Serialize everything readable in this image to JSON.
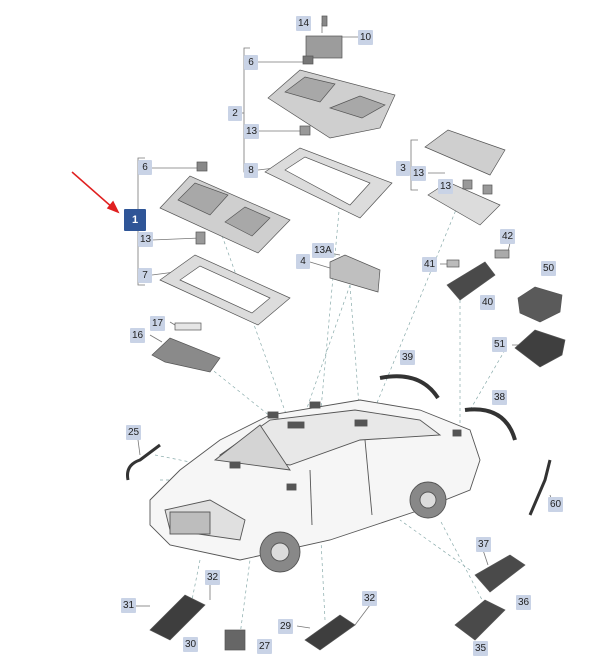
{
  "highlighted_label": "1",
  "accent_color": "#2f5597",
  "label_bg_color": "#c9d3e6",
  "arrow_color": "#e02020",
  "labels": {
    "l1": "1",
    "l2": "2",
    "l3": "3",
    "l4": "4",
    "l6a": "6",
    "l6b": "6",
    "l7": "7",
    "l8": "8",
    "l10": "10",
    "l13a": "13",
    "l13b": "13",
    "l13c": "13",
    "l13d": "13",
    "l13A": "13A",
    "l14": "14",
    "l16": "16",
    "l17": "17",
    "l25": "25",
    "l27": "27",
    "l29": "29",
    "l30": "30",
    "l31": "31",
    "l32a": "32",
    "l32b": "32",
    "l35": "35",
    "l36": "36",
    "l37": "37",
    "l38": "38",
    "l39": "39",
    "l40": "40",
    "l41": "41",
    "l42": "42",
    "l50": "50",
    "l51": "51",
    "l60": "60"
  }
}
